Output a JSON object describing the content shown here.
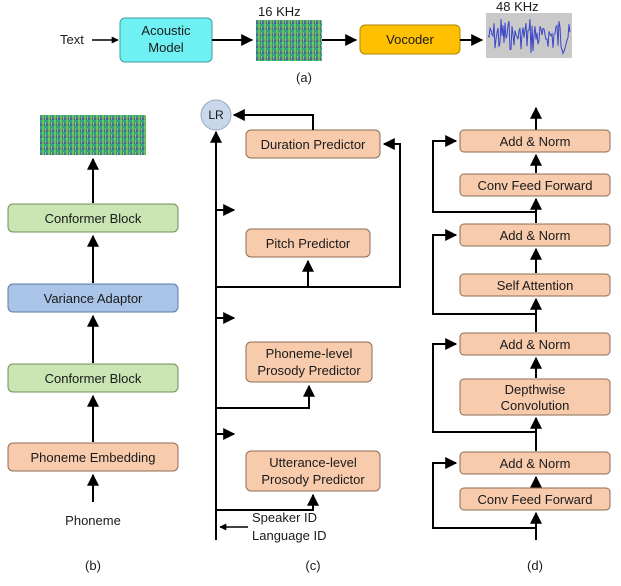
{
  "panel_a": {
    "text_input": "Text",
    "acoustic_model_line1": "Acoustic",
    "acoustic_model_line2": "Model",
    "mel_rate": "16 KHz",
    "vocoder": "Vocoder",
    "wave_rate": "48 KHz",
    "caption": "(a)"
  },
  "panel_b": {
    "conformer_top": "Conformer Block",
    "variance_adaptor": "Variance Adaptor",
    "conformer_bottom": "Conformer Block",
    "phoneme_embedding": "Phoneme Embedding",
    "phoneme": "Phoneme",
    "caption": "(b)"
  },
  "panel_c": {
    "lr": "LR",
    "duration_predictor": "Duration Predictor",
    "pitch_predictor": "Pitch Predictor",
    "phoneme_prosody_line1": "Phoneme-level",
    "phoneme_prosody_line2": "Prosody  Predictor",
    "utterance_prosody_line1": "Utterance-level",
    "utterance_prosody_line2": "Prosody  Predictor",
    "speaker_id": "Speaker ID",
    "language_id": "Language ID",
    "caption": "(c)"
  },
  "panel_d": {
    "add_norm_1": "Add & Norm",
    "conv_ff_top": "Conv Feed Forward",
    "add_norm_2": "Add & Norm",
    "self_attention": "Self Attention",
    "add_norm_3": "Add & Norm",
    "depthwise_line1": "Depthwise",
    "depthwise_line2": "Convolution",
    "add_norm_4": "Add & Norm",
    "conv_ff_bottom": "Conv Feed Forward",
    "caption": "(d)"
  },
  "colors": {
    "salmon": "#f8cbad",
    "green": "#c9e5b3",
    "blue": "#a9c4e6",
    "cyan": "#6ff0f2",
    "orange": "#ffc000",
    "lr_circle": "#c9d7ea"
  }
}
